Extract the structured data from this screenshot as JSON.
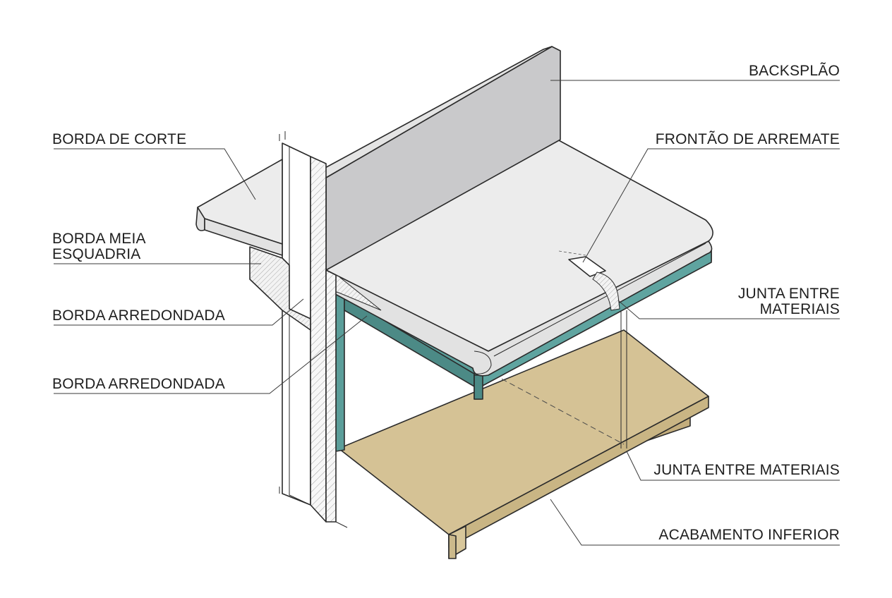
{
  "labels": {
    "backsplash": "BACKSPLÃO",
    "cut_edge": "BORDA DE CORTE",
    "end_piece": "FRONTÃO DE ARREMATE",
    "half_miter_line1": "BORDA MEIA",
    "half_miter_line2": "ESQUADRIA",
    "rounded_edge_1": "BORDA ARREDONDADA",
    "joint_upper_line1": "JUNTA ENTRE",
    "joint_upper_line2": "MATERIAIS",
    "rounded_edge_2": "BORDA ARREDONDADA",
    "joint_lower": "JUNTA ENTRE MATERIAIS",
    "bottom_finish": "ACABAMENTO INFERIOR"
  },
  "colors": {
    "countertop": "#ececec",
    "backsplash": "#c9c9cb",
    "teal_support": "#5b9e9a",
    "wood_base": "#d5c295",
    "hatch_wall": "#f6f6f6",
    "line": "#2b2b2b"
  }
}
